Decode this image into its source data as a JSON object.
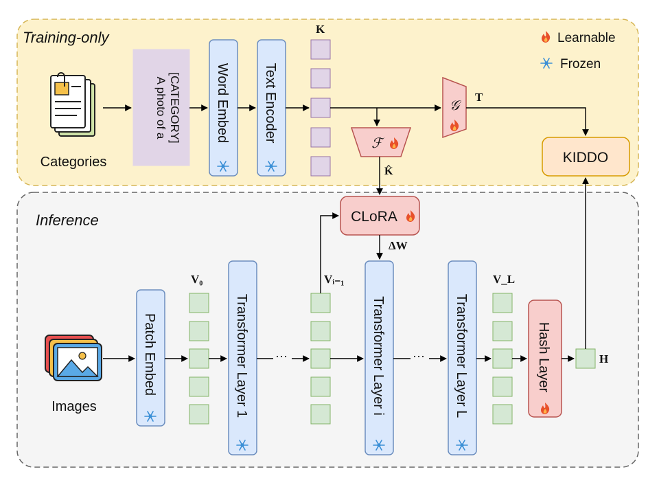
{
  "regions": {
    "training": "Training-only",
    "inference": "Inference"
  },
  "legend": {
    "learnable": "Learnable",
    "frozen": "Frozen"
  },
  "inputs": {
    "categories": "Categories",
    "images": "Images"
  },
  "blocks": {
    "prompt_line1": "A photo of a",
    "prompt_line2": "[CATEGORY]",
    "word_embed": "Word Embed",
    "text_encoder": "Text Encoder",
    "f_module": "ℱ",
    "g_module": "𝒢",
    "kiddo": "KIDDO",
    "clora": "CLoRA",
    "patch_embed": "Patch Embed",
    "transformer_1": "Transformer Layer 1",
    "transformer_i": "Transformer Layer i",
    "transformer_L": "Transformer Layer L",
    "hash_layer": "Hash Layer"
  },
  "symbols": {
    "K": "K",
    "K_hat": "K̂",
    "T": "T",
    "delta_W": "ΔW",
    "V0": "V₀",
    "Vi1": "Vᵢ₋₁",
    "VL": "V_L",
    "H": "H",
    "ellipsis": "···"
  },
  "colors": {
    "training_bg": "#fdf2cc",
    "training_border": "#d6b656",
    "inference_bg": "#f5f5f5",
    "inference_border": "#666666",
    "blue_block": "#dae8fc",
    "blue_border": "#6c8ebf",
    "purple_block": "#e1d5e7",
    "purple_border": "#9673a6",
    "red_block": "#f8cecc",
    "red_border": "#b85450",
    "green_token": "#d5e8d4",
    "green_border": "#82b366",
    "kiddo_block": "#ffe6cc",
    "kiddo_border": "#d79b00"
  }
}
